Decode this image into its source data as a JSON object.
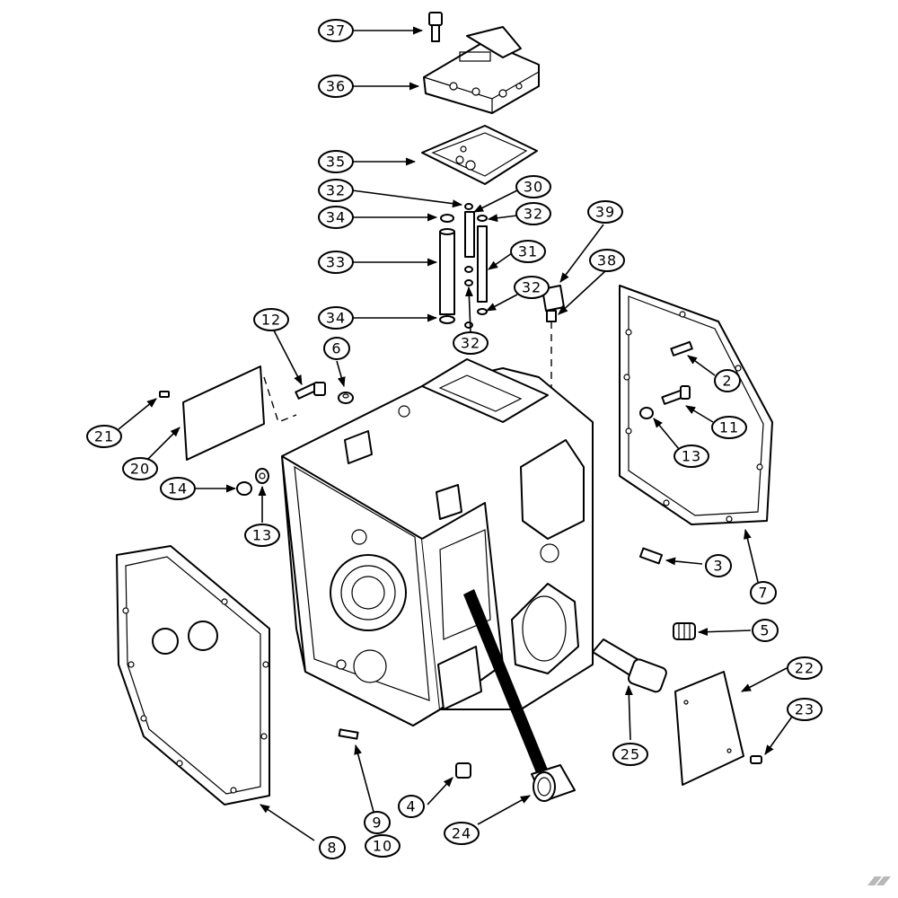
{
  "diagram": {
    "callouts": [
      {
        "label": "37"
      },
      {
        "label": "36"
      },
      {
        "label": "35"
      },
      {
        "label": "32"
      },
      {
        "label": "30"
      },
      {
        "label": "34"
      },
      {
        "label": "32"
      },
      {
        "label": "39"
      },
      {
        "label": "33"
      },
      {
        "label": "31"
      },
      {
        "label": "38"
      },
      {
        "label": "32"
      },
      {
        "label": "34"
      },
      {
        "label": "32"
      },
      {
        "label": "12"
      },
      {
        "label": "6"
      },
      {
        "label": "2"
      },
      {
        "label": "11"
      },
      {
        "label": "21"
      },
      {
        "label": "13"
      },
      {
        "label": "20"
      },
      {
        "label": "14"
      },
      {
        "label": "13"
      },
      {
        "label": "3"
      },
      {
        "label": "7"
      },
      {
        "label": "5"
      },
      {
        "label": "22"
      },
      {
        "label": "23"
      },
      {
        "label": "25"
      },
      {
        "label": "9"
      },
      {
        "label": "10"
      },
      {
        "label": "4"
      },
      {
        "label": "24"
      },
      {
        "label": "8"
      }
    ]
  }
}
